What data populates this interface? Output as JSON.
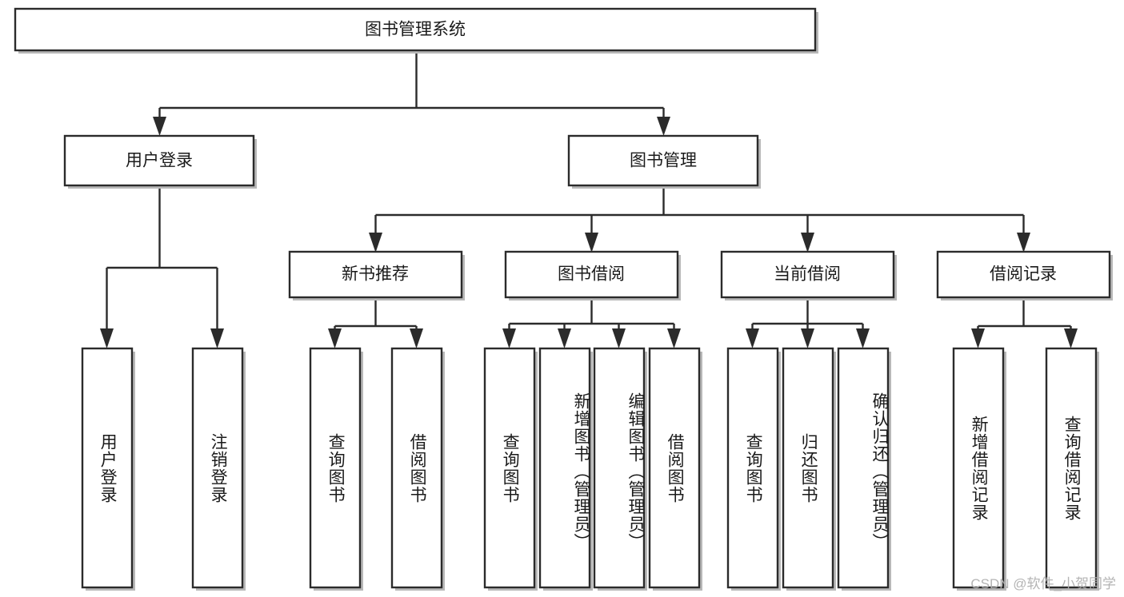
{
  "diagram": {
    "title": "图书管理系统",
    "type": "hierarchy-tree",
    "root": {
      "label": "图书管理系统",
      "orientation": "horizontal"
    },
    "level2": [
      {
        "label": "用户登录"
      },
      {
        "label": "图书管理"
      }
    ],
    "level3": [
      {
        "label": "新书推荐"
      },
      {
        "label": "图书借阅"
      },
      {
        "label": "当前借阅"
      },
      {
        "label": "借阅记录"
      }
    ],
    "leaves": {
      "user_login": [
        {
          "label": "用户登录"
        },
        {
          "label": "注销登录"
        }
      ],
      "new_book_recommend": [
        {
          "label": "查询图书"
        },
        {
          "label": "借阅图书"
        }
      ],
      "book_borrow": [
        {
          "label": "查询图书"
        },
        {
          "label": "新增图书（管理员）"
        },
        {
          "label": "编辑图书（管理员）"
        },
        {
          "label": "借阅图书"
        }
      ],
      "current_borrow": [
        {
          "label": "查询图书"
        },
        {
          "label": "归还图书"
        },
        {
          "label": "确认归还（管理员）"
        }
      ],
      "borrow_record": [
        {
          "label": "新增借阅记录"
        },
        {
          "label": "查询借阅记录"
        }
      ]
    }
  },
  "watermark": {
    "text": "CSDN @软件_小贺同学"
  },
  "colors": {
    "box_stroke": "#2b2b2b",
    "box_fill": "#ffffff",
    "text": "#1a1a1a",
    "shadow": "#b8b8b8",
    "watermark": "#b0b0b0",
    "background": "#ffffff"
  }
}
